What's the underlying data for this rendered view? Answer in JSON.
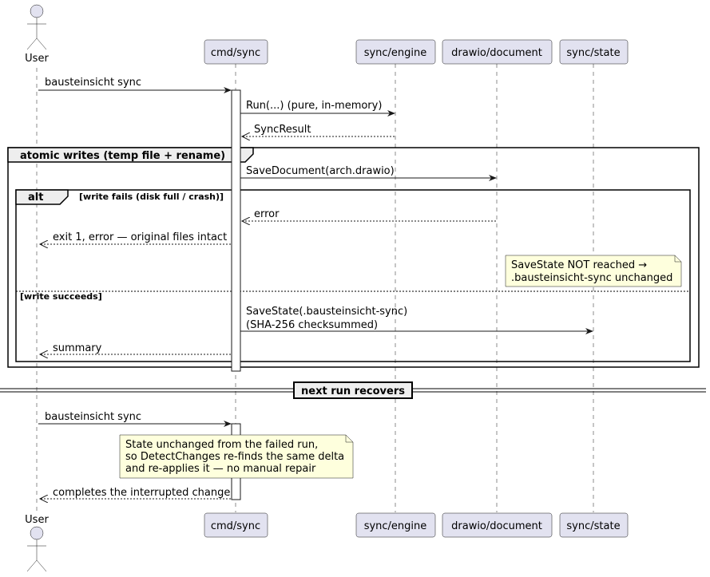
{
  "participants": {
    "user": "User",
    "cmd": "cmd/sync",
    "engine": "sync/engine",
    "drawio": "drawio/document",
    "state": "sync/state"
  },
  "messages": {
    "m1": "bausteinsicht sync",
    "m2": "Run(...)  (pure, in-memory)",
    "m3": "SyncResult",
    "m4": "SaveDocument(arch.drawio)",
    "m5": "error",
    "m6": "exit 1, error — original files intact",
    "m7_line1": "SaveState(.bausteinsicht-sync)",
    "m7_line2": "(SHA-256 checksummed)",
    "m8": "summary",
    "m9": "bausteinsicht sync",
    "m10": "completes the interrupted change"
  },
  "groups": {
    "atomic": "atomic writes (temp file + rename)",
    "alt": "alt",
    "alt_cond": "[write fails (disk full / crash)]",
    "else_cond": "[write succeeds]"
  },
  "notes": {
    "n1_line1": "SaveState NOT reached →",
    "n1_line2": ".bausteinsicht-sync unchanged",
    "n2_line1": "State unchanged from the failed run,",
    "n2_line2": "so DetectChanges re-finds the same delta",
    "n2_line3": "and re-applies it — no manual repair"
  },
  "divider": "next run recovers"
}
